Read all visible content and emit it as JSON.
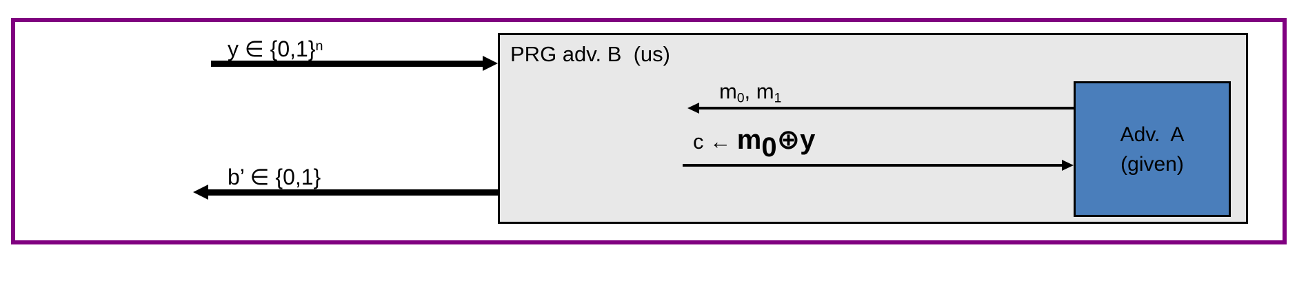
{
  "figure": {
    "title": "PRG-based semantic security reduction diagram",
    "colors": {
      "frame_purple": "#800080",
      "prg_box_fill": "#E8E8E8",
      "adv_a_fill": "#4A7EBB",
      "stroke_black": "#000000",
      "background": "#FFFFFF"
    }
  },
  "prg_box": {
    "label": "PRG adv. B  (us)"
  },
  "adv_a_box": {
    "line1": "Adv.  A",
    "line2": "(given)"
  },
  "arrows": {
    "input_y": {
      "label_text": "y ∈ {0,1}",
      "label_sup": "n",
      "direction": "right",
      "weight": "thick"
    },
    "output_b": {
      "label_text": "b’ ∈ {0,1}",
      "direction": "left",
      "weight": "thick"
    },
    "messages_m": {
      "label_m0": "m",
      "label_m0_sub": "0",
      "label_sep": ", ",
      "label_m1": "m",
      "label_m1_sub": "1",
      "direction": "left",
      "weight": "thin"
    },
    "ciphertext_c": {
      "label_prefix": "c ← ",
      "label_m": "m",
      "label_m_sub": "0",
      "label_xor": "⊕",
      "label_y": "y",
      "direction": "right",
      "weight": "thin"
    }
  }
}
